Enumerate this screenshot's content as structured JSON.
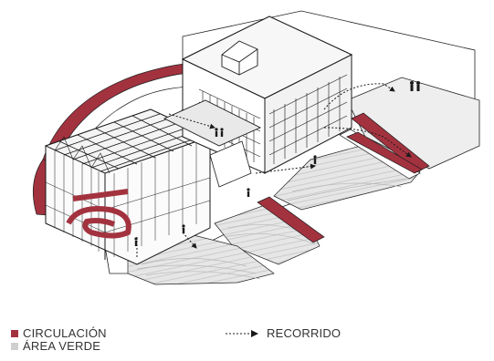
{
  "legend": {
    "circulacion": "CIRCULACIÓN",
    "area_verde": "ÁREA VERDE",
    "recorrido": "RECORRIDO"
  },
  "colors": {
    "circulation": "#a3323f",
    "green_area": "#cfcfcf",
    "line": "#1a1a1a",
    "paper": "#ffffff"
  },
  "icons": [
    "people-icon",
    "arrow-right-icon"
  ]
}
